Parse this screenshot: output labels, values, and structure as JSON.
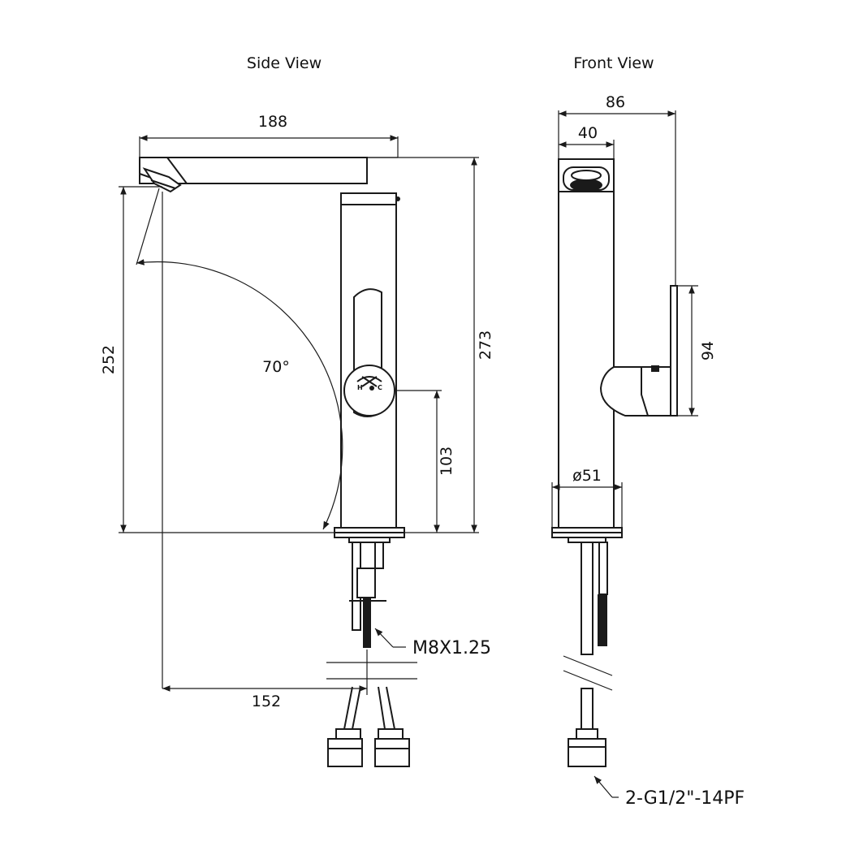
{
  "views": {
    "side": {
      "title": "Side View",
      "dims": {
        "spout_length": "188",
        "overall_height": "273",
        "spout_height": "252",
        "lever_height": "103",
        "reach": "152",
        "swivel_angle": "70°"
      },
      "hc": {
        "hot": "H",
        "cold": "C"
      },
      "callout": "M8X1.25"
    },
    "front": {
      "title": "Front View",
      "dims": {
        "overall_width": "86",
        "spout_width": "40",
        "lever_height": "94",
        "base_diameter": "ø51"
      },
      "callout": "2-G1/2\"-14PF"
    }
  }
}
